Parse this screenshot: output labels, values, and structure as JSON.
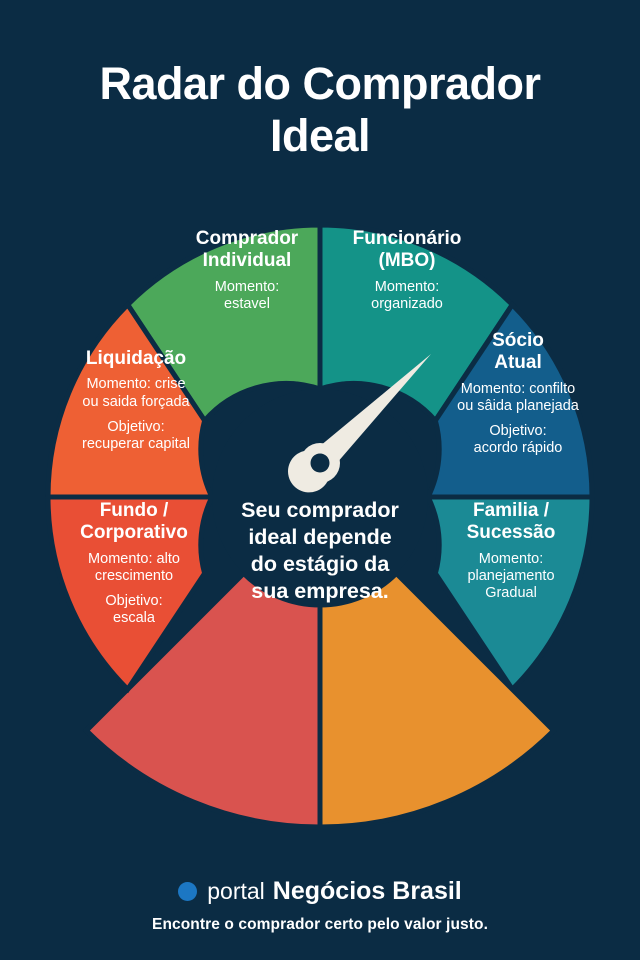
{
  "title": {
    "line1": "Radar do Comprador",
    "line2": "Ideal"
  },
  "center": {
    "line1": "Seu comprador",
    "line2": "ideal depende",
    "line3": "do estágio da",
    "line4": "sua empresa."
  },
  "segments": {
    "individual": {
      "title_line1": "Comprador",
      "title_line2": "Individual",
      "momento_label": "Momento:",
      "momento_value": "estavel",
      "color": "#4CA85A"
    },
    "mbo": {
      "title_line1": "Funcionário",
      "title_line2": "(MBO)",
      "momento_label": "Momento:",
      "momento_value": "organizado",
      "color": "#149388"
    },
    "socio": {
      "title_line1": "Sócio",
      "title_line2": "Atual",
      "momento_line1": "Momento: confilto",
      "momento_line2": "ou sâida planejada",
      "objetivo_label": "Objetivo:",
      "objetivo_value": "acordo rápido",
      "color": "#135E8C"
    },
    "familia": {
      "title_line1": "Familia /",
      "title_line2": "Sucessão",
      "momento_label": "Momento:",
      "momento_value": "planejamento",
      "momento_extra": "Gradual",
      "color": "#1B8A95"
    },
    "liquidacao": {
      "title_line1": "Liquidação",
      "momento_line1": "Momento: crise",
      "momento_line2": "ou saida forçada",
      "objetivo_label": "Objetivo:",
      "objetivo_value": "recuperar capital",
      "color": "#EE6034"
    },
    "fundo": {
      "title_line1": "Fundo /",
      "title_line2": "Corporativo",
      "momento_line1": "Momento: alto",
      "momento_line2": "crescimento",
      "objetivo_label": "Objetivo:",
      "objetivo_value": "escala",
      "color": "#E94F35"
    },
    "bottom_left": {
      "color": "#D9534F"
    },
    "bottom_right": {
      "color": "#E8912E"
    }
  },
  "footer": {
    "brand_light": "portal",
    "brand_bold": "Negócios Brasil",
    "tagline": "Encontre o comprador certo pelo valor justo.",
    "dot_color": "#1C77C3"
  },
  "theme": {
    "background": "#0B2C44",
    "needle": "#EFEBE2"
  },
  "chart_data": {
    "type": "pie",
    "title": "Radar do Comprador Ideal",
    "legend_position": "none",
    "note": "Donut gauge — 8 sectors around a hub, needle pointing into the 'Sócio Atual' sector",
    "categories": [
      "Comprador Individual",
      "Funcionário (MBO)",
      "Sócio Atual",
      "Familia / Sucessão",
      "bottom-right (unlabeled)",
      "bottom-left (unlabeled)",
      "Fundo / Corporativo",
      "Liquidação"
    ],
    "values": [
      45,
      45,
      45,
      45,
      45,
      45,
      45,
      45
    ],
    "colors": [
      "#4CA85A",
      "#149388",
      "#135E8C",
      "#1B8A95",
      "#E8912E",
      "#D9534F",
      "#E94F35",
      "#EE6034"
    ],
    "needle_angle_deg": 45,
    "needle_points_to": "Sócio Atual"
  }
}
